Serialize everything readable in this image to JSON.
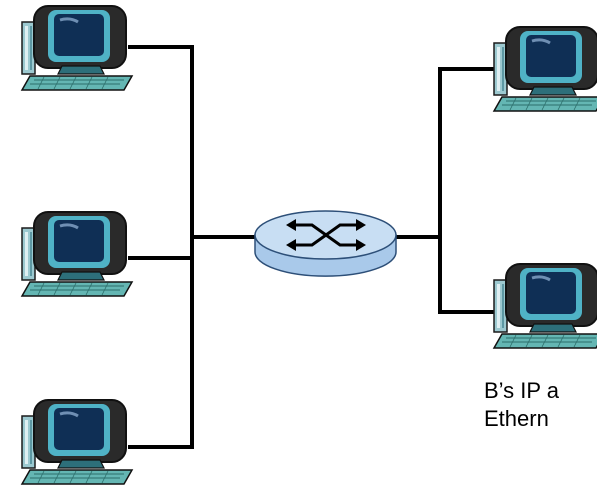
{
  "colors": {
    "wire": "#000000",
    "router_fill": "#b8d4ef",
    "router_stroke": "#2d4f78",
    "monitor_body": "#2a2a2a",
    "screen": "#0f2f55",
    "tower": "#9cc9d0",
    "keyboard": "#64b6b3"
  },
  "hosts": [
    {
      "id": "host-left-top",
      "icon": "desktop-computer-icon"
    },
    {
      "id": "host-left-middle",
      "icon": "desktop-computer-icon"
    },
    {
      "id": "host-left-bottom",
      "icon": "desktop-computer-icon"
    },
    {
      "id": "host-right-top",
      "icon": "desktop-computer-icon"
    },
    {
      "id": "host-right-bottom",
      "icon": "desktop-computer-icon"
    }
  ],
  "router": {
    "icon": "router-icon"
  },
  "captions": {
    "line1": "B’s IP a",
    "line2": "Ethern"
  }
}
